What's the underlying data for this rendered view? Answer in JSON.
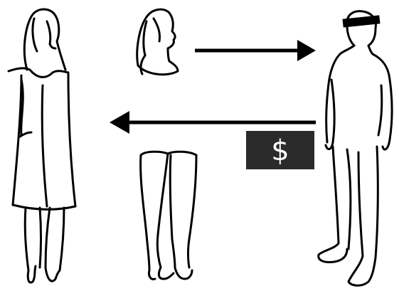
{
  "diagram": {
    "money_symbol": "$",
    "colors": {
      "line": "#000000",
      "background": "#ffffff",
      "money_box": "#2b2b2b",
      "money_text": "#ffffff",
      "blindfold": "#000000"
    },
    "elements": [
      "woman-figure",
      "woman-head-icon",
      "man-figure",
      "legs-icon",
      "arrow-right",
      "arrow-left",
      "money-box"
    ]
  }
}
